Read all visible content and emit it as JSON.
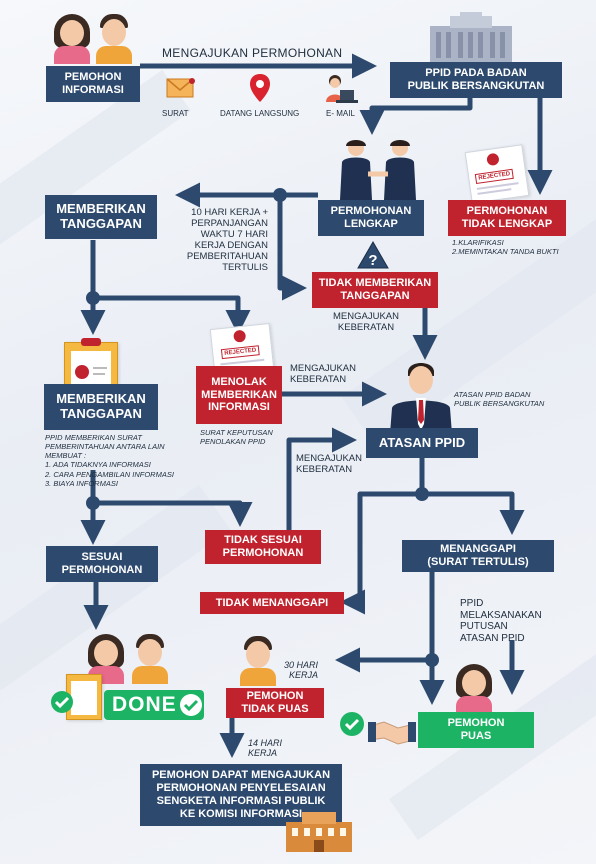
{
  "flow": {
    "pemohon_informasi": "PEMOHON\nINFORMASI",
    "mengajukan_permohonan": "MENGAJUKAN PERMOHONAN",
    "ppid_badan": "PPID PADA BADAN\nPUBLIK BERSANGKUTAN",
    "surat": "SURAT",
    "datang_langsung": "DATANG LANGSUNG",
    "email": "E- MAIL",
    "permohonan_lengkap": "PERMOHONAN\nLENGKAP",
    "permohonan_tidak_lengkap": "PERMOHONAN\nTIDAK LENGKAP",
    "tidak_lengkap_notes": "1.KLARIFIKASI\n2.MEMINTAKAN TANDA BUKTI",
    "memberikan_tanggapan_1": "MEMBERIKAN\nTANGGAPAN",
    "sepuluh_hari": "10 HARI KERJA +\nPERPANJANGAN\nWAKTU 7 HARI\nKERJA DENGAN\nPEMBERITAHUAN\nTERTULIS",
    "tidak_memberikan_tanggapan": "TIDAK MEMBERIKAN\nTANGGAPAN",
    "mengajukan_keberatan_1": "MENGAJUKAN\nKEBERATAN",
    "memberikan_tanggapan_2": "MEMBERIKAN\nTANGGAPAN",
    "ppid_notes": "PPID MEMBERIKAN SURAT\nPEMBERINTAHUAN ANTARA LAIN\nMEMBUAT :\n   1.  ADA TIDAKNYA INFORMASI\n   2.  CARA PENGAMBILAN INFORMASI\n   3.  BIAYA INFORMASI",
    "menolak": "MENOLAK\nMEMBERIKAN\nINFORMASI",
    "menolak_note": "SURAT KEPUTUSAN\nPENOLAKAN PPID",
    "mengajukan_keberatan_2": "MENGAJUKAN\nKEBERATAN",
    "atasan_note": "ATASAN PPID BADAN\nPUBLIK BERSANGKUTAN",
    "atasan_ppid": "ATASAN PPID",
    "mengajukan_keberatan_3": "MENGAJUKAN\nKEBERATAN",
    "tidak_sesuai": "TIDAK SESUAI\nPERMOHONAN",
    "sesuai": "SESUAI\nPERMOHONAN",
    "menanggapi": "MENANGGAPI\n(SURAT TERTULIS)",
    "tidak_menanggapi": "TIDAK MENANGGAPI",
    "ppid_melaksanakan": "PPID\nMELAKSANAKAN\nPUTUSAN\nATASAN PPID",
    "tiga_puluh_hari": "30 HARI\nKERJA",
    "pemohon_tidak_puas": "PEMOHON\nTIDAK PUAS",
    "done": "DONE",
    "pemohon_puas": "PEMOHON\nPUAS",
    "empat_belas_hari": "14 HARI\nKERJA",
    "final": "PEMOHON DAPAT MENGAJUKAN\nPERMOHONAN PENYELESAIAN\nSENGKETA INFORMASI PUBLIK\nKE KOMISI INFORMASI",
    "rejected_stamp": "REJECTED"
  },
  "colors": {
    "navy": "#2d4a6e",
    "red": "#c0232e",
    "green": "#1db365",
    "line": "#2d4a6e"
  }
}
